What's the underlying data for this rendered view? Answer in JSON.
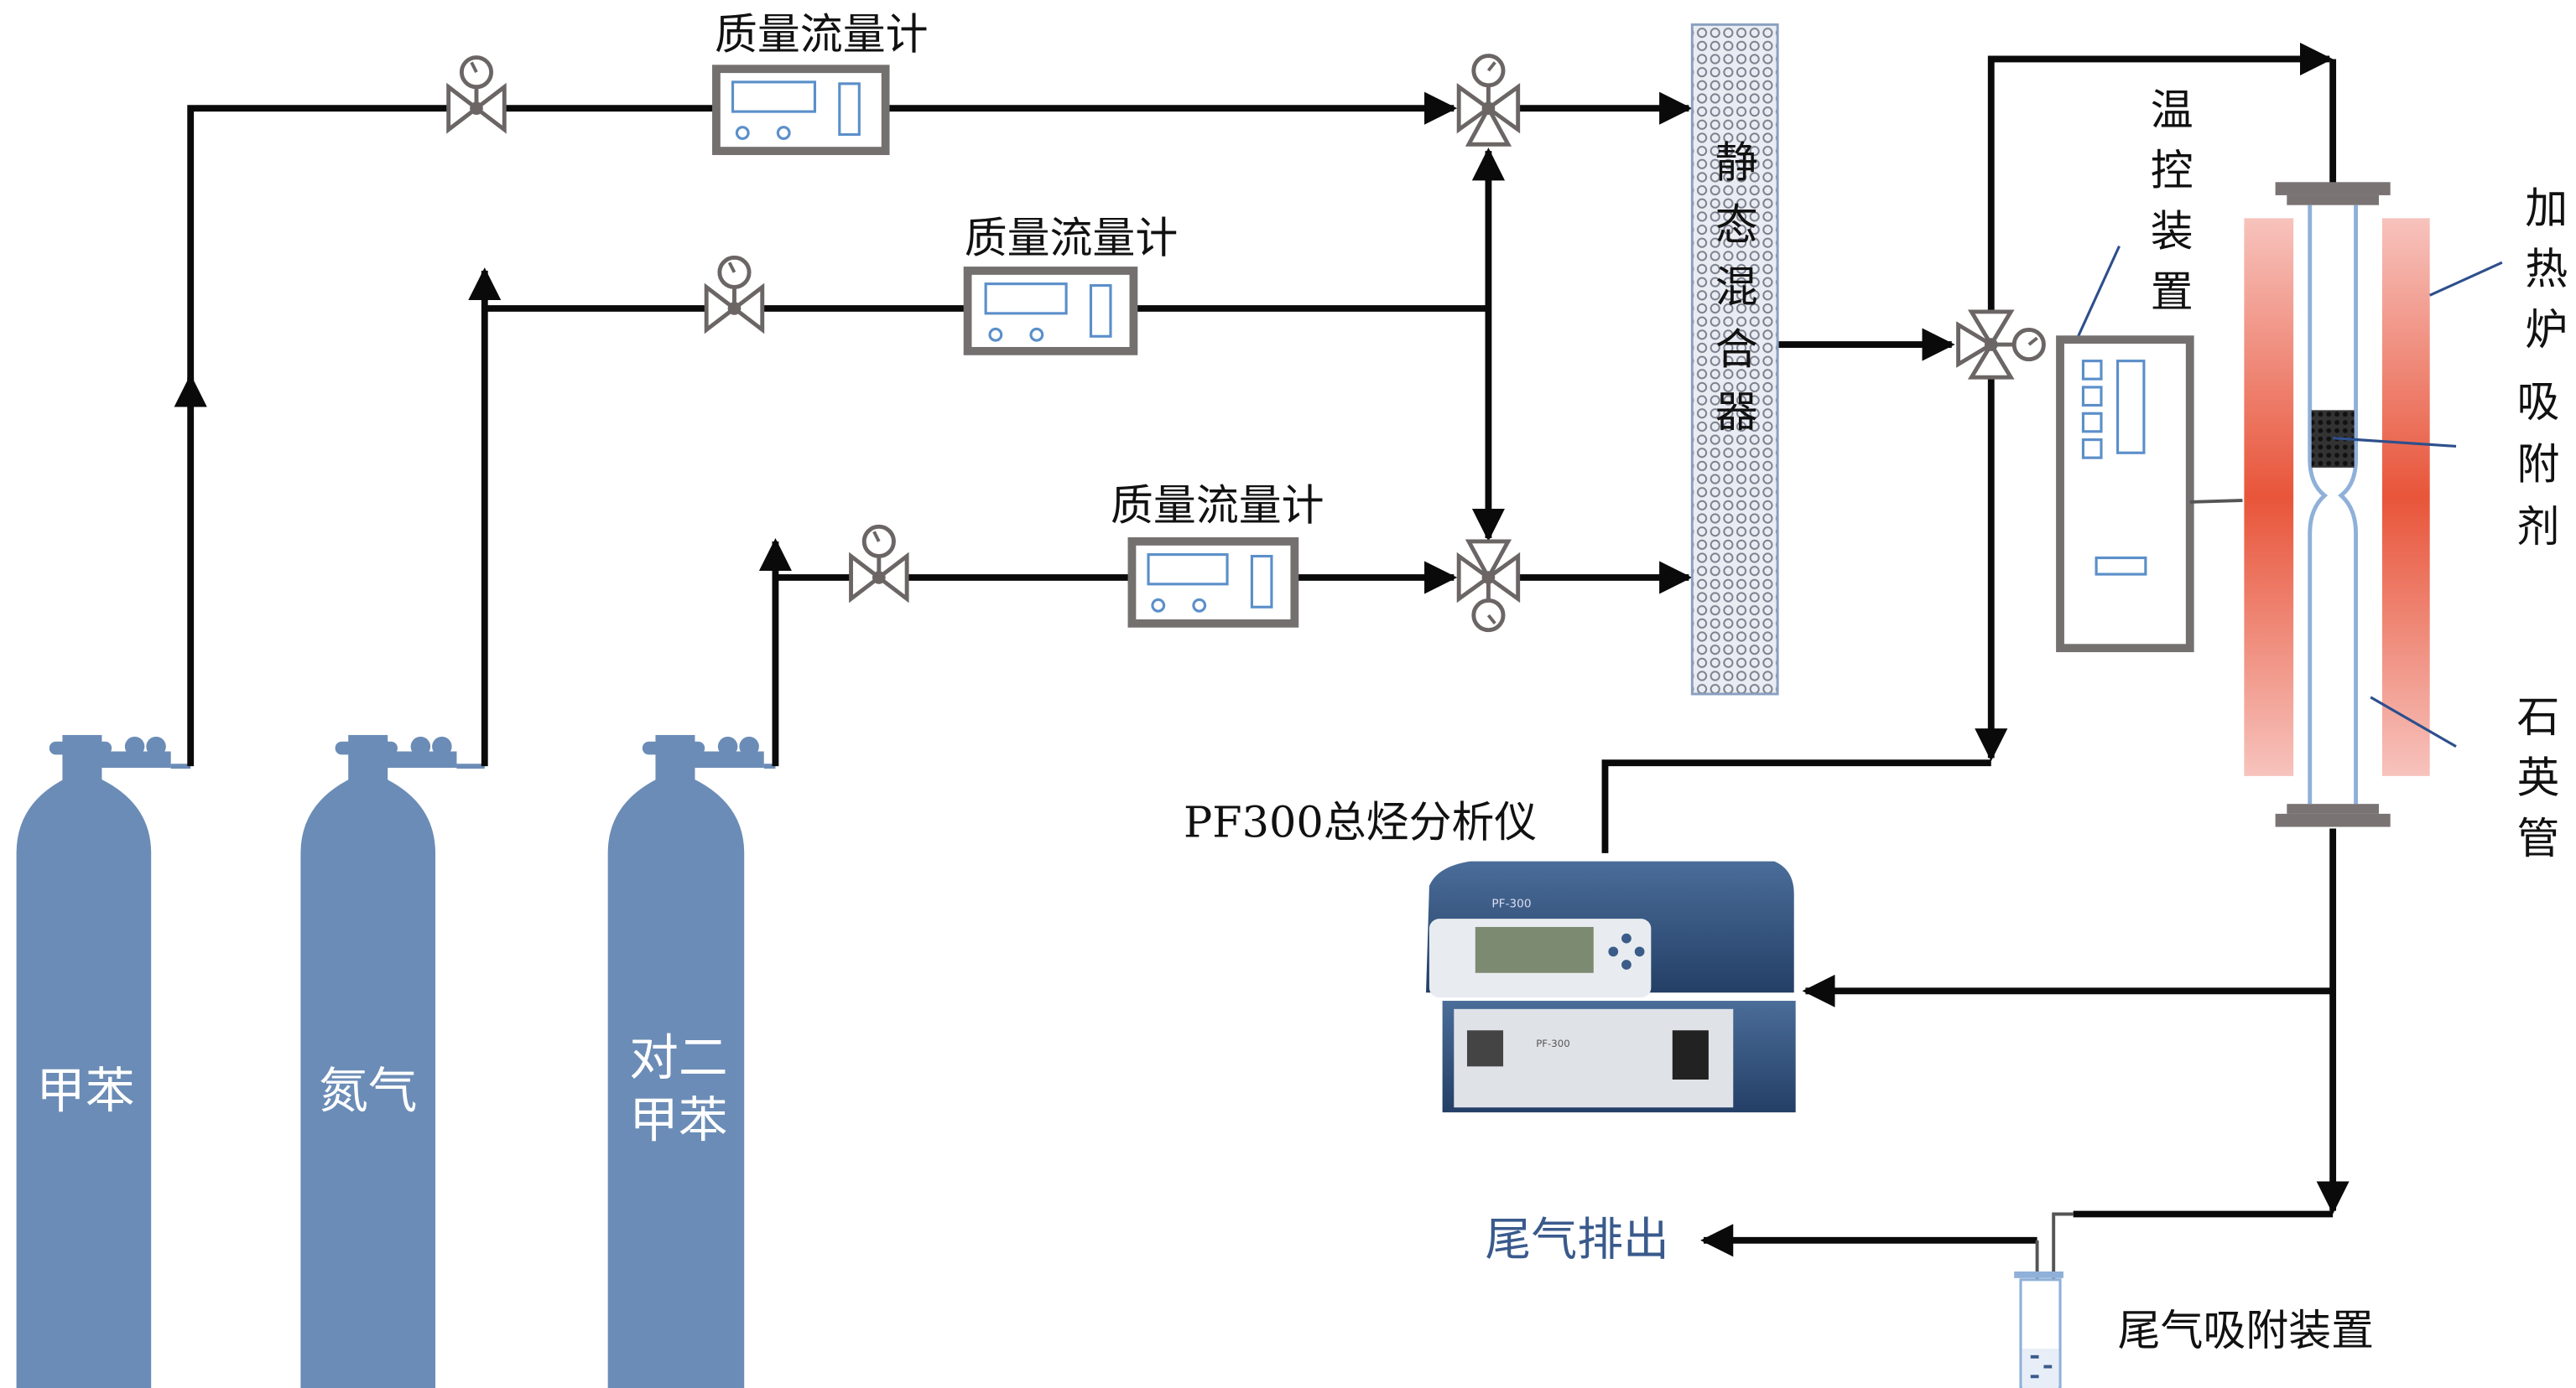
{
  "figure": {
    "type": "experimental-apparatus-schematic"
  },
  "cylinders": [
    {
      "id": "toluene",
      "label": "甲苯"
    },
    {
      "id": "nitrogen",
      "label": "氮气"
    },
    {
      "id": "p-xylene",
      "label_line1": "对二",
      "label_line2": "甲苯"
    }
  ],
  "flowmeters": [
    {
      "label": "质量流量计"
    },
    {
      "label": "质量流量计"
    },
    {
      "label": "质量流量计"
    }
  ],
  "static_mixer": {
    "label_chars": [
      "静",
      "态",
      "混",
      "合",
      "器"
    ]
  },
  "temperature_controller": {
    "label_chars": [
      "温",
      "控",
      "装",
      "置"
    ]
  },
  "furnace": {
    "label_chars": [
      "加",
      "热",
      "炉"
    ]
  },
  "adsorbent": {
    "label_chars": [
      "吸",
      "附",
      "剂"
    ]
  },
  "quartz_tube": {
    "label_chars": [
      "石",
      "英",
      "管"
    ]
  },
  "analyzer": {
    "label": "PF300总烃分析仪",
    "panel_text": "PF-300"
  },
  "tail_gas": {
    "exhaust_label": "尾气排出",
    "adsorber_label": "尾气吸附装置"
  },
  "colors": {
    "pipe": "#0a0a0a",
    "cylinder": "#6b8cb6",
    "heater": "#e8553a",
    "tube": "#8fb0d8",
    "leader": "#2d4f8c",
    "valve": "#6b6665",
    "analyzer": "#2f4f7a"
  }
}
